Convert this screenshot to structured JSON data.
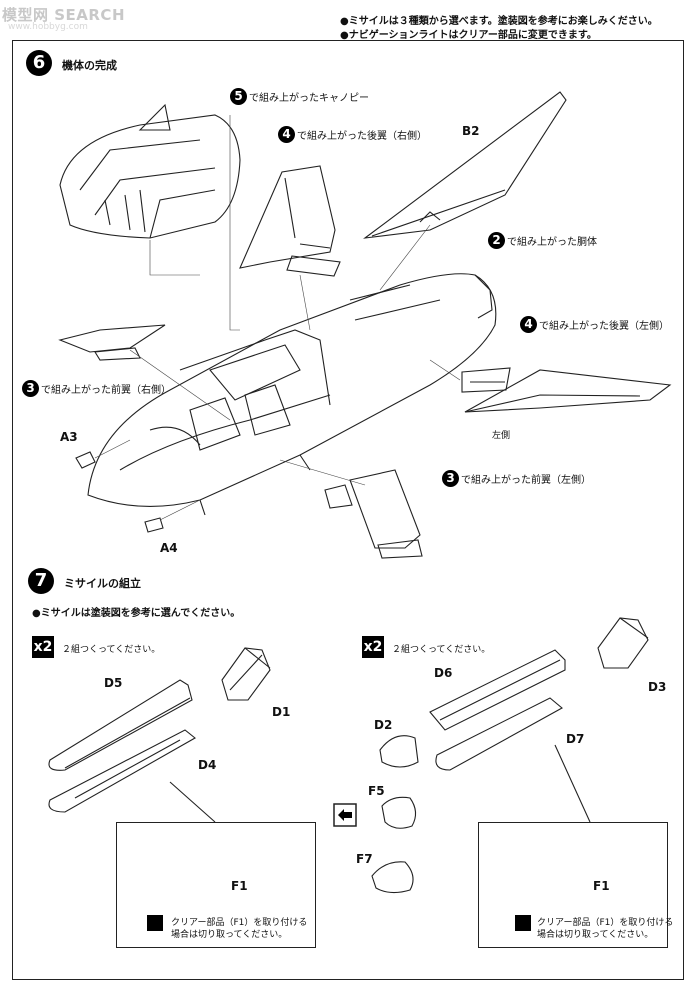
{
  "watermark": {
    "logo": "模型网 SEARCH",
    "sub": "www.hobbyg.com"
  },
  "notes_top": [
    "●ミサイルは３種類から選べます。塗装図を参考にお楽しみください。",
    "●ナビゲーションライトはクリアー部品に変更できます。"
  ],
  "step6": {
    "number": "6",
    "title": "機体の完成",
    "callouts": [
      {
        "num": "5",
        "text": "で組み上がったキャノピー"
      },
      {
        "num": "4",
        "text": "で組み上がった後翼（右側）"
      },
      {
        "num": "2",
        "text": "で組み上がった胴体"
      },
      {
        "num": "4",
        "text": "で組み上がった後翼（左側）"
      },
      {
        "num": "3",
        "text": "で組み上がった前翼（右側）"
      },
      {
        "num": "3",
        "text": "で組み上がった前翼（左側）"
      }
    ],
    "parts": {
      "b2": "B2",
      "a3": "A3",
      "a4": "A4"
    },
    "left_side_label": "左側"
  },
  "step7": {
    "number": "7",
    "title": "ミサイルの組立",
    "note": "●ミサイルは塗装図を参考に選んでください。",
    "multiplier": "x2",
    "make_two": "２組つくってください。",
    "parts": {
      "d1": "D1",
      "d2": "D2",
      "d3": "D3",
      "d4": "D4",
      "d5": "D5",
      "d6": "D6",
      "d7": "D7",
      "f5": "F5",
      "f7": "F7",
      "f1": "F1"
    },
    "clear_note_1": "クリアー部品（F1）を取り付ける",
    "clear_note_2": "場合は切り取ってください。"
  }
}
